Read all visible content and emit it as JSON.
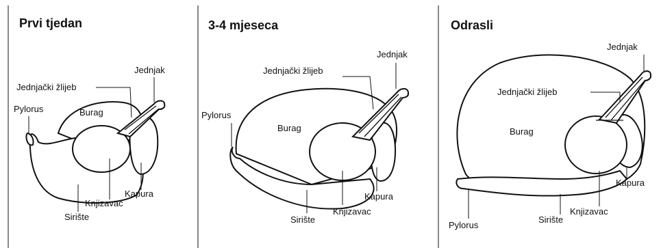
{
  "panels": [
    {
      "title": "Prvi tjedan",
      "labels": {
        "jednjak": "Jednjak",
        "zlijeb": "Jednjački žlijeb",
        "pylorus": "Pylorus",
        "burag": "Burag",
        "kapura": "Kapura",
        "knjizavac": "Knjizavac",
        "siriste": "Sirište"
      }
    },
    {
      "title": "3-4 mjeseca",
      "labels": {
        "jednjak": "Jednjak",
        "zlijeb": "Jednjački žlijeb",
        "pylorus": "Pylorus",
        "burag": "Burag",
        "kapura": "Kapura",
        "knjizavac": "Knjizavac",
        "siriste": "Sirište"
      }
    },
    {
      "title": "Odrasli",
      "labels": {
        "jednjak": "Jednjak",
        "zlijeb": "Jednjački žlijeb",
        "pylorus": "Pylorus",
        "burag": "Burag",
        "kapura": "Kapura",
        "knjizavac": "Knjizavac",
        "siriste": "Sirište"
      }
    }
  ]
}
